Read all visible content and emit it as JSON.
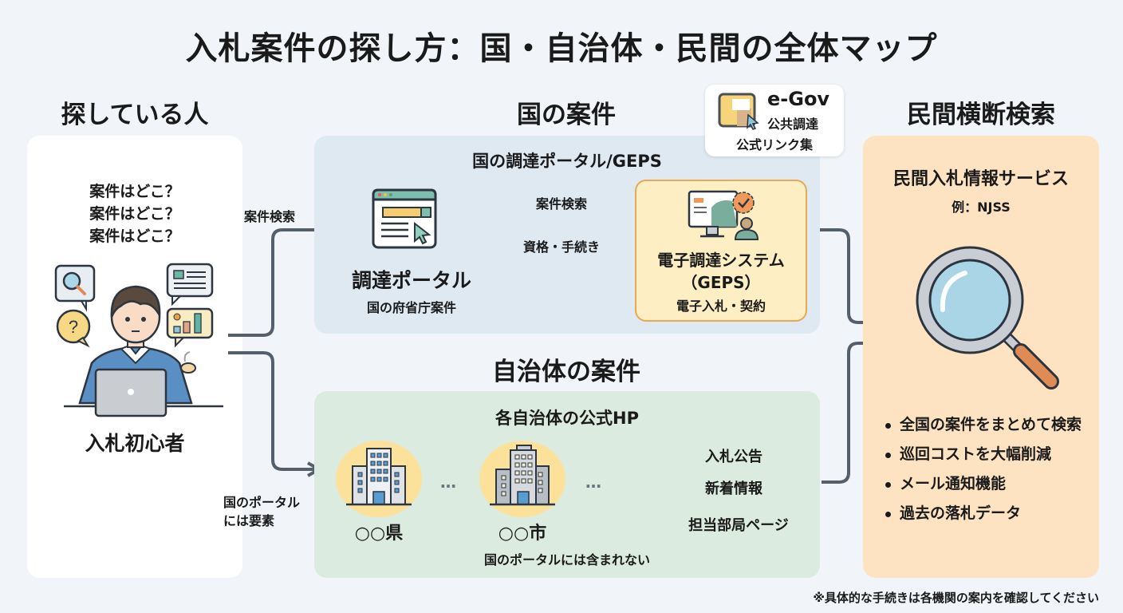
{
  "title": "入札案件の探し方：国・自治体・民間の全体マップ",
  "colors": {
    "background": "#f1f5f9",
    "national_panel": "#dfe9f2",
    "local_panel": "#dcebdf",
    "private_panel": "#fde3c2",
    "geps_box": "#fdeec3",
    "geps_border": "#e8a855",
    "arrow": "#555f6b",
    "building_circle": "#fbe19a"
  },
  "person": {
    "heading": "探している人",
    "questions": [
      "案件はどこ？",
      "案件はどこ？",
      "案件はどこ？"
    ],
    "label": "入札初心者",
    "icons": [
      "search-bubble-icon",
      "question-bubble-icon",
      "document-bubble-icon",
      "chart-bubble-icon",
      "mouse-icon",
      "laptop-icon"
    ]
  },
  "arrows": {
    "to_national": "案件検索",
    "to_local_line1": "国のポータル",
    "to_local_line2": "には要素"
  },
  "national": {
    "heading": "国の案件",
    "panel_title": "国の調達ポータル/GEPS",
    "portal": {
      "title": "調達ポータル",
      "subtitle": "国の府省庁案件"
    },
    "arrow_forward": "案件検索",
    "arrow_back": "資格・手続き",
    "geps": {
      "line1": "電子調達システム",
      "line2": "（GEPS）",
      "line3": "電子入札・契約"
    },
    "egov": {
      "title": "e-Gov",
      "subtitle": "公共調達",
      "caption": "公式リンク集"
    }
  },
  "local": {
    "heading": "自治体の案件",
    "panel_title": "各自治体の公式HP",
    "prefecture": "○○県",
    "city": "○○市",
    "ellipsis": "…",
    "outputs": [
      "入札公告",
      "新着情報",
      "担当部局ページ"
    ],
    "note": "国のポータルには含まれない"
  },
  "private": {
    "heading": "民間横断検索",
    "panel_title": "民間入札情報サービス",
    "example": "例：NJSS",
    "features": [
      "全国の案件をまとめて検索",
      "巡回コストを大幅削減",
      "メール通知機能",
      "過去の落札データ"
    ]
  },
  "footnote": "※具体的な手続きは各機関の案内を確認してください"
}
